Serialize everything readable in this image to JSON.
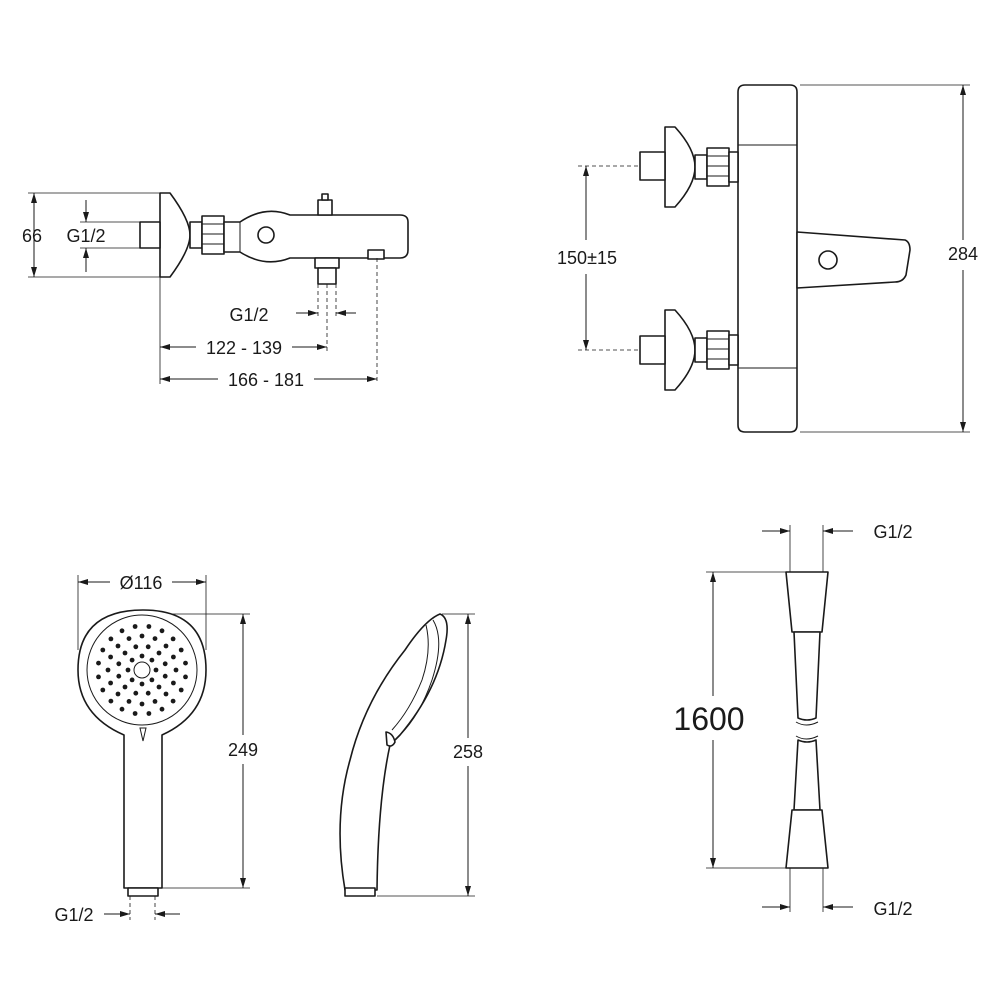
{
  "mixer_side_view": {
    "height_label": "66",
    "inlet_thread_label": "G1/2",
    "outlet_thread_label": "G1/2",
    "inner_length_label": "122 - 139",
    "outer_length_label": "166 - 181"
  },
  "mixer_front_view": {
    "spacing_label": "150±15",
    "height_label": "284"
  },
  "hand_shower_front": {
    "diameter_label": "Ø116",
    "length_label": "249",
    "thread_label": "G1/2"
  },
  "hand_shower_side": {
    "length_label": "258"
  },
  "hose": {
    "top_thread_label": "G1/2",
    "length_label": "1600",
    "bottom_thread_label": "G1/2"
  }
}
